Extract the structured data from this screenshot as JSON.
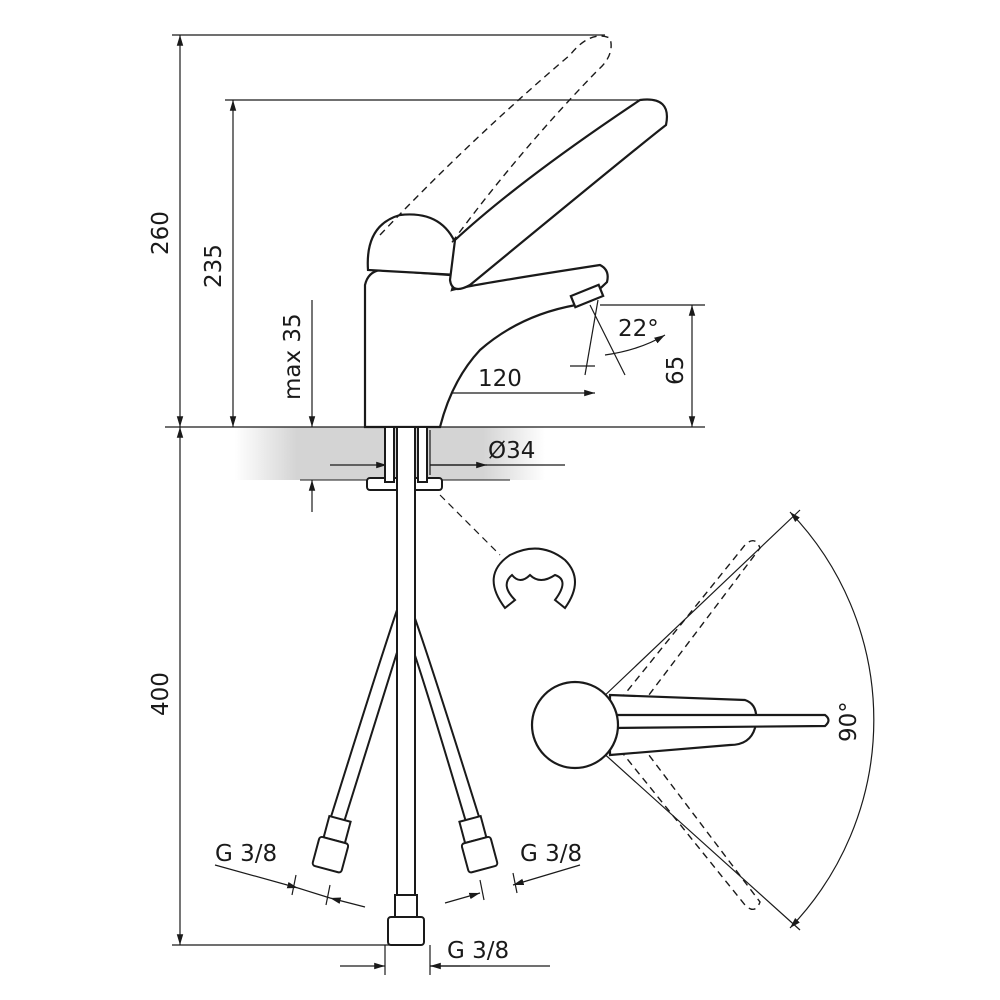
{
  "title": "Faucet technical dimension drawing",
  "dimensions": {
    "total_height": "260",
    "lever_height": "235",
    "max_counter_thickness": "max 35",
    "spout_reach": "120",
    "spout_angle": "22°",
    "spout_height": "65",
    "hole_diameter": "Ø34",
    "hose_length": "400",
    "thread_left": "G 3/8",
    "thread_right": "G 3/8",
    "thread_center": "G 3/8",
    "lever_rotation": "90°"
  },
  "colors": {
    "line": "#1a1a1a",
    "counter": "#cfcfcf"
  }
}
